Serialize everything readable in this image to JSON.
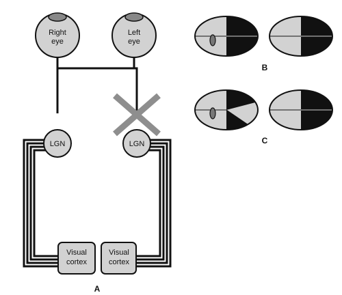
{
  "diagram": {
    "eyes": {
      "right": {
        "line1": "Right",
        "line2": "eye"
      },
      "left": {
        "line1": "Left",
        "line2": "eye"
      }
    },
    "lgn": {
      "left_label": "LGN",
      "right_label": "LGN"
    },
    "cortex": {
      "left": {
        "line1": "Visual",
        "line2": "cortex"
      },
      "right": {
        "line1": "Visual",
        "line2": "cortex"
      }
    },
    "panels": {
      "a": "A",
      "b": "B",
      "c": "C"
    },
    "colors": {
      "fill_gray": "#d2d2d2",
      "outline": "#111111",
      "blind_field": "#111111",
      "lesion_x": "#8e8e8e"
    }
  }
}
